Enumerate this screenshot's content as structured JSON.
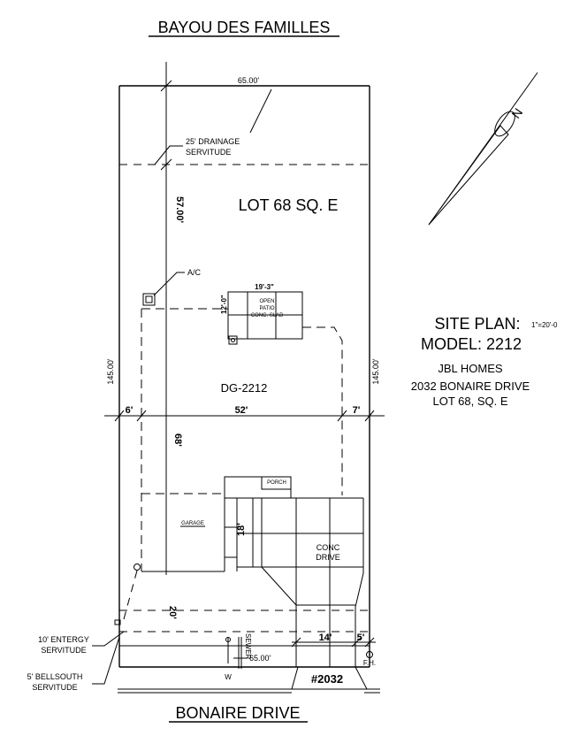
{
  "labels": {
    "street_top": "BAYOU DES FAMILLES",
    "street_bottom": "BONAIRE DRIVE",
    "lot": "LOT 68 SQ. E",
    "drainage": [
      "25' DRAINAGE",
      "SERVITUDE"
    ],
    "ac": "A/C",
    "house": "DG-2212",
    "garage": "GARAGE",
    "porch": "PORCH",
    "patio": [
      "OPEN",
      "PATIO",
      "CONC. SLAB"
    ],
    "drive": [
      "CONC",
      "DRIVE"
    ],
    "entergy": [
      "10' ENTERGY",
      "SERVITUDE"
    ],
    "bellsouth": [
      "5' BELLSOUTH",
      "SERVITUDE"
    ],
    "sewer": "SEWER",
    "water": "W",
    "fire_hydrant": "F.H.",
    "address_sign": "#2032",
    "north": "N"
  },
  "dimensions": {
    "top_width": "65.00'",
    "bottom_width": "65.00'",
    "left_depth": "145.00'",
    "right_depth": "145.00'",
    "rear_setback": "57.00'",
    "patio_width": "19'-3\"",
    "patio_depth": "12'-0\"",
    "side_left": "6'",
    "house_width": "52'",
    "side_right": "7'",
    "house_depth": "68'",
    "garage_depth": "18'",
    "front_setback": "20'",
    "drive_width": "14'",
    "drive_offset": "5'"
  },
  "title_block": {
    "heading": "SITE PLAN:",
    "scale": "1\"=20'-0",
    "model_line": "MODEL:  2212",
    "builder": "JBL  HOMES",
    "address": "2032 BONAIRE DRIVE",
    "lot_line": "LOT 68, SQ. E"
  }
}
